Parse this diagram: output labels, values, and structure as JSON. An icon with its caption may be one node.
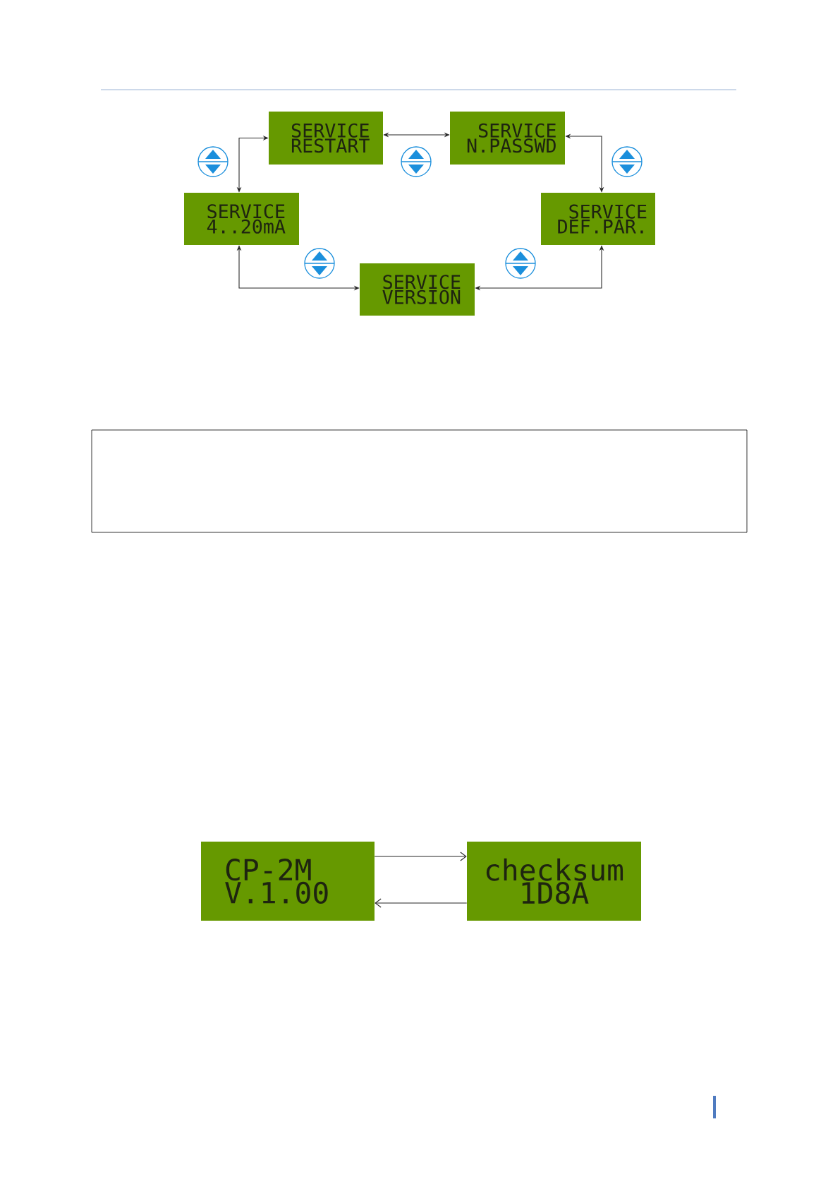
{
  "diagram": {
    "nodes": [
      {
        "text": [
          "SERVICE RESTART"
        ]
      },
      {
        "text": [
          "SERVICE N.PASSWD"
        ]
      },
      {
        "text": [
          "SERVICE 4..20mA"
        ]
      },
      {
        "text": [
          "SERVICE DEF.PAR."
        ]
      },
      {
        "text": [
          "SERVICE VERSION"
        ]
      },
      {
        "text": [
          "CP-2M V.1.00"
        ]
      },
      {
        "text": [
          "checksum 1D8A"
        ]
      }
    ],
    "edges": [
      {
        "from": 2,
        "to": 0,
        "arrow": "both"
      },
      {
        "from": 0,
        "to": 1,
        "arrow": "both"
      },
      {
        "from": 1,
        "to": 3,
        "arrow": "both"
      },
      {
        "from": 2,
        "to": 4,
        "arrow": "both"
      },
      {
        "from": 3,
        "to": 4,
        "arrow": "both"
      },
      {
        "from": 5,
        "to": 6,
        "arrow": "to"
      },
      {
        "from": 6,
        "to": 5,
        "arrow": "to"
      }
    ]
  }
}
